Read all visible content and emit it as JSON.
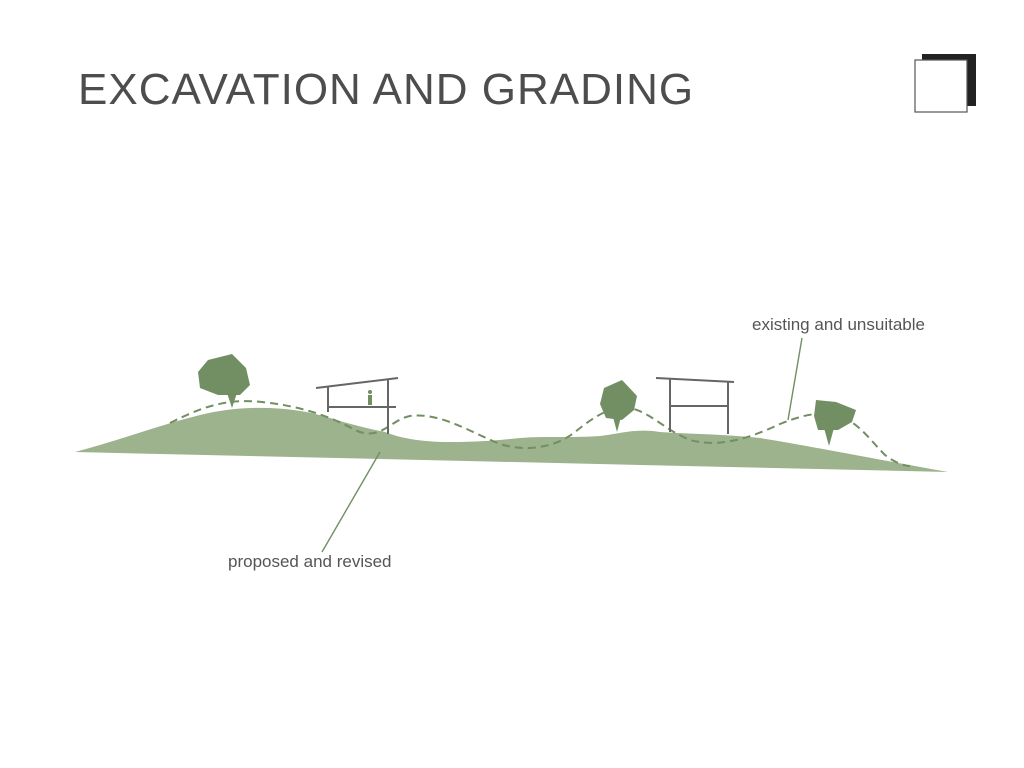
{
  "title": "EXCAVATION AND GRADING",
  "labels": {
    "existing": "existing and unsuitable",
    "proposed": "proposed and revised"
  },
  "colors": {
    "terrain": "#9cb38d",
    "tree": "#718f62",
    "dashed_line": "#718f62",
    "structure": "#666666",
    "title": "#4d4d4d",
    "logo": "#222222"
  },
  "icons": {
    "logo": "nested-square-logo-icon",
    "tree": "tree-icon",
    "figure": "person-figure-icon"
  }
}
